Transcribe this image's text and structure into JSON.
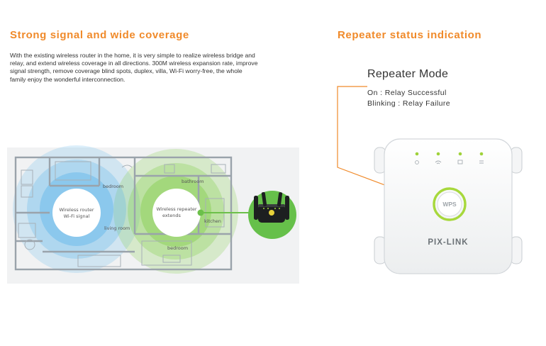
{
  "left_section": {
    "heading": "Strong signal and wide coverage",
    "description": "With the existing wireless router in the home, it is very simple to realize wireless bridge and relay, and extend wireless coverage in all directions. 300M wireless expansion rate, improve signal strength, remove coverage blind spots, duplex, villa, Wi-Fi worry-free, the whole family enjoy the wonderful interconnection."
  },
  "floor_plan": {
    "router_label_1": "Wireless router",
    "router_label_2": "Wi-Fi signal",
    "repeater_label_1": "Wireless repeater",
    "repeater_label_2": "extends",
    "rooms": {
      "bedroom_top": "bedroom",
      "bathroom": "bathroom",
      "living_room": "living room",
      "kitchen": "kitchen",
      "bedroom_bottom": "bedroom"
    },
    "router_color": "#5fb6ec",
    "repeater_color": "#86cf4e"
  },
  "right_section": {
    "heading": "Repeater status indication",
    "mode_title": "Repeater Mode",
    "on_status": "On : Relay Successful",
    "blinking_status": "Blinking : Relay Failure",
    "brand": "PIX-LINK",
    "wps_label": "WPS",
    "led_color": "#9fd23a",
    "accent_color": "#f08a2a"
  }
}
